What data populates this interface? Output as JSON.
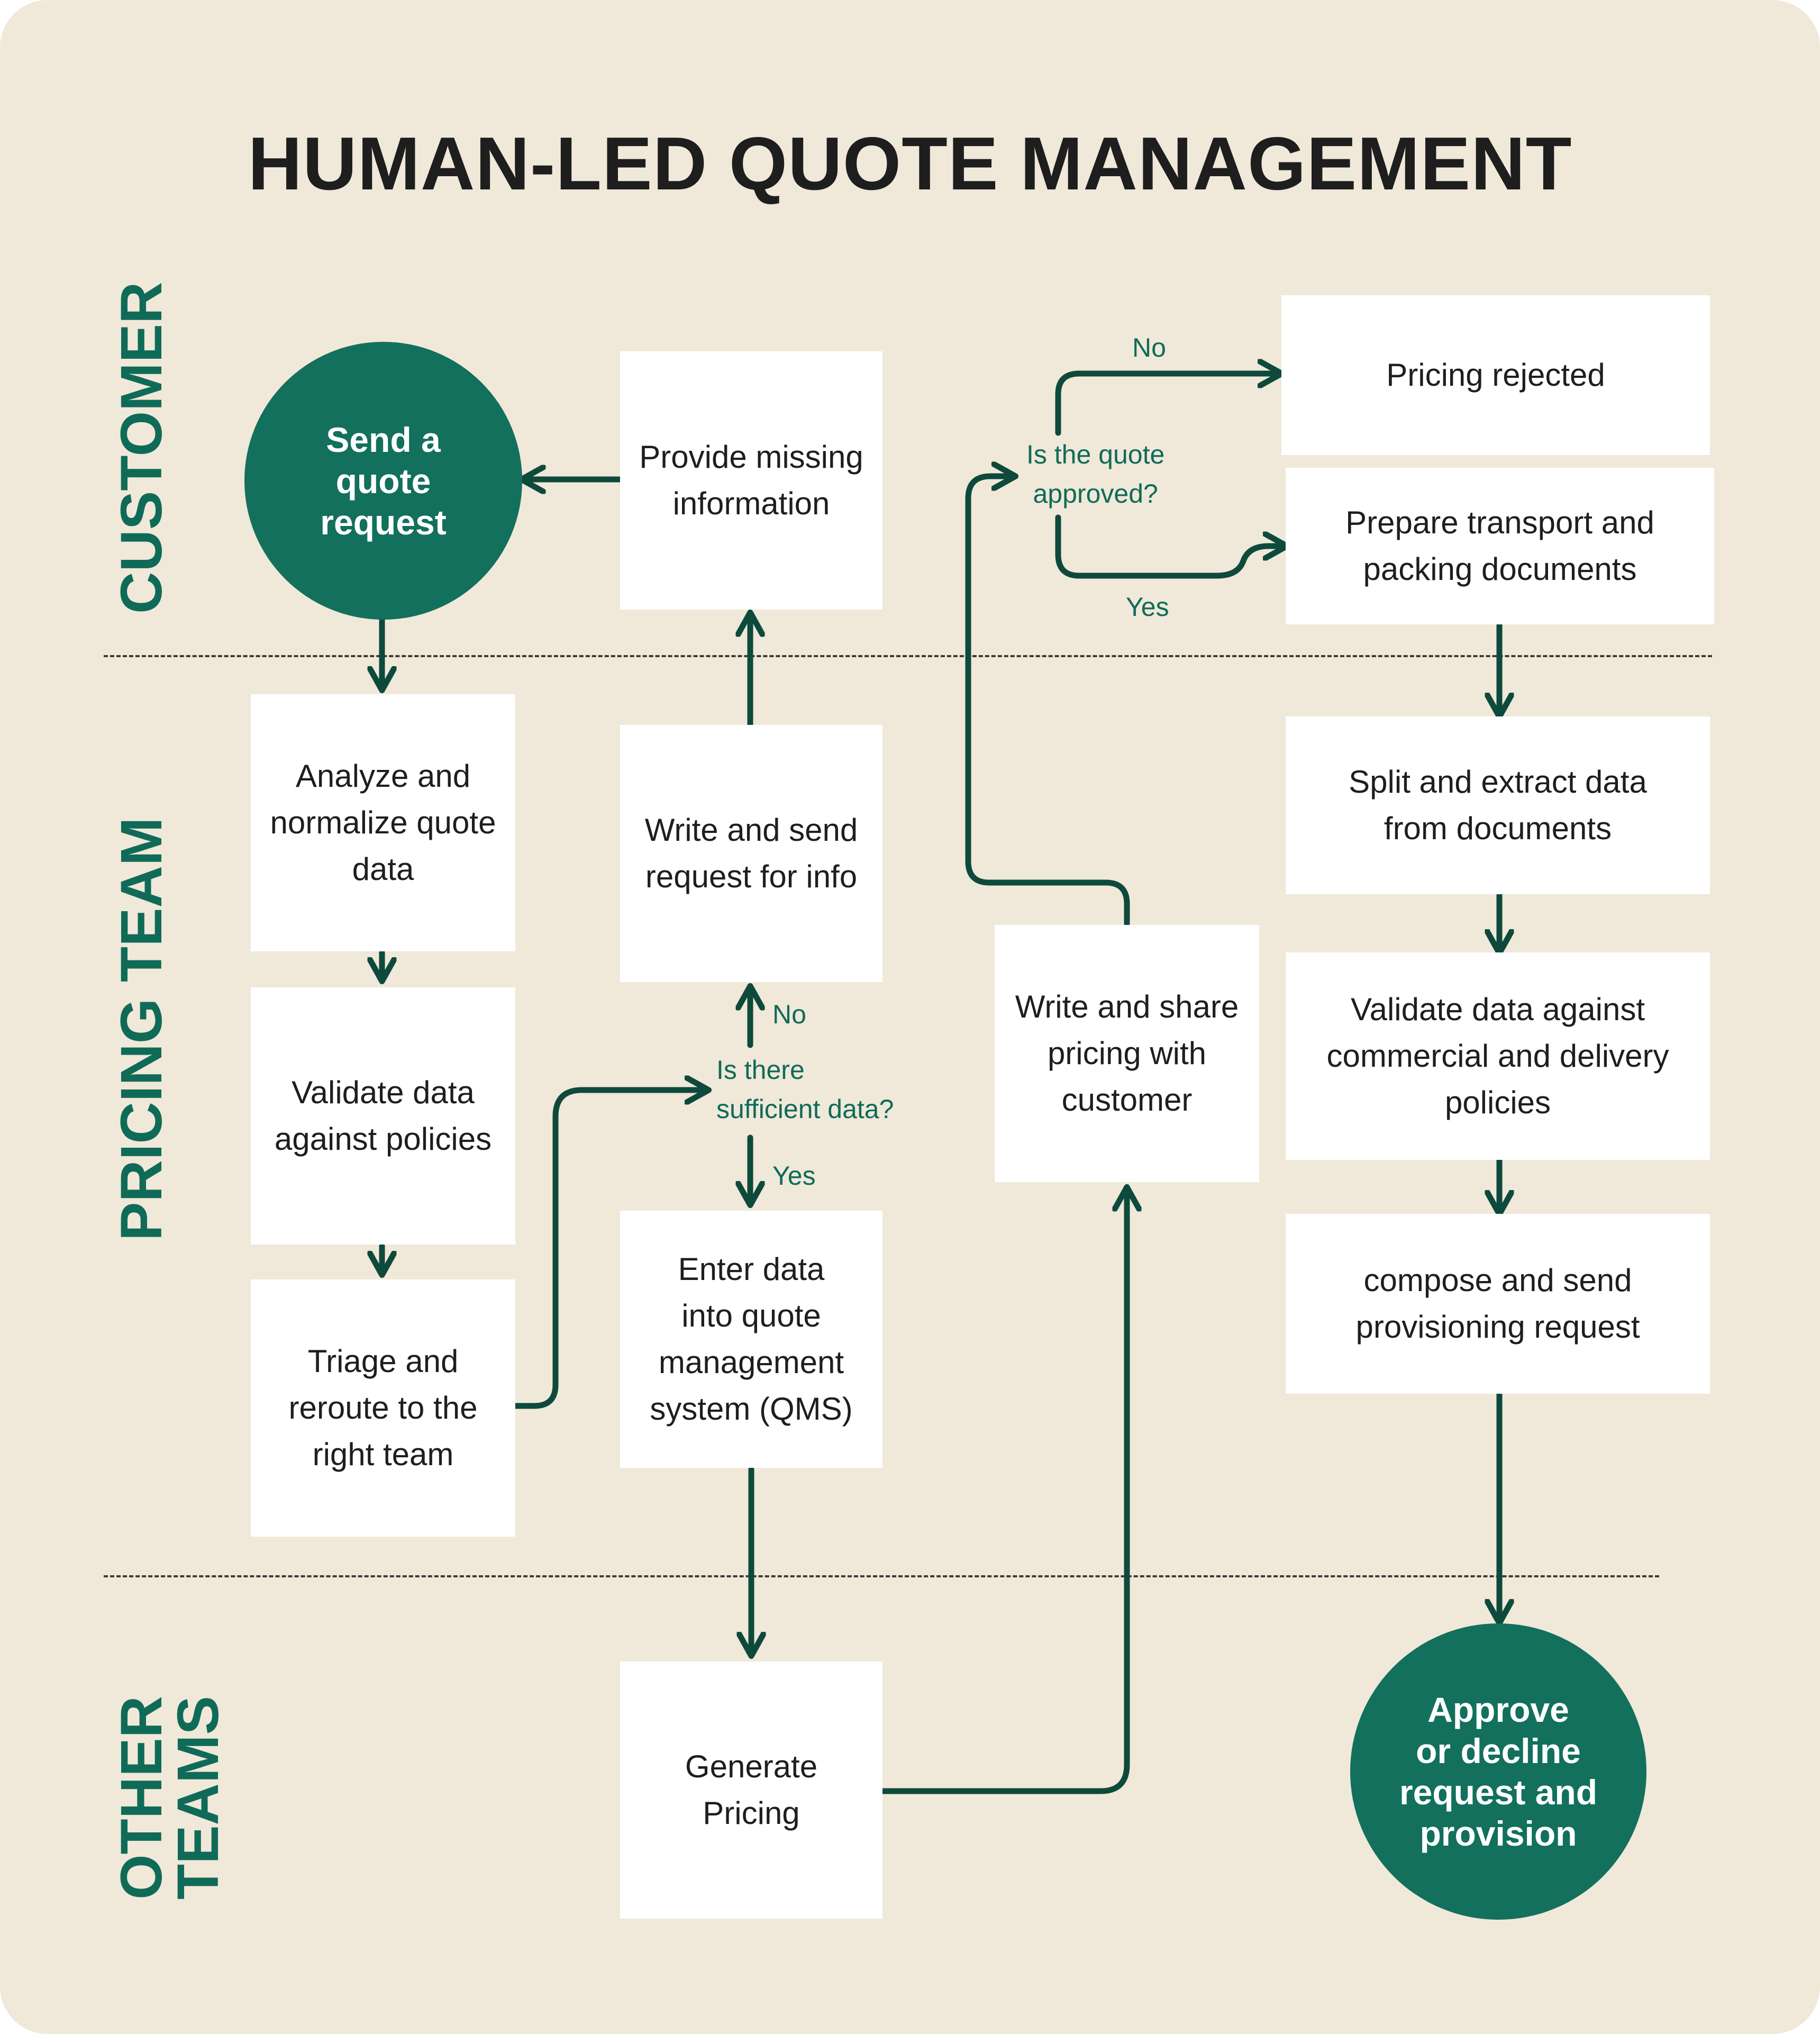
{
  "title": "HUMAN-LED QUOTE MANAGEMENT",
  "lanes": {
    "customer": "CUSTOMER",
    "pricing": "PRICING TEAM",
    "other_line1": "OTHER",
    "other_line2": "TEAMS"
  },
  "nodes": {
    "send_quote": "Send a\nquote\nrequest",
    "provide_missing": "Provide missing\ninformation",
    "analyze": "Analyze and\nnormalize quote\ndata",
    "write_request": "Write and send\nrequest for info",
    "validate_policies": "Validate data\nagainst policies",
    "triage": "Triage and\nreroute to the\nright team",
    "enter_data": "Enter data\ninto quote\nmanagement\nsystem (QMS)",
    "generate_pricing": "Generate\nPricing",
    "write_share": "Write and share\npricing with\ncustomer",
    "pricing_rejected": "Pricing rejected",
    "prepare_transport": "Prepare transport and\npacking documents",
    "split_extract": "Split and extract data\nfrom documents",
    "validate_commercial": "Validate data against\ncommercial and delivery\npolicies",
    "compose_send": "compose and send\nprovisioning request",
    "approve_decline": "Approve\nor decline\nrequest and\nprovision"
  },
  "decisions": {
    "sufficient_data": "Is there\nsufficient data?",
    "sufficient_no": "No",
    "sufficient_yes": "Yes",
    "quote_approved": "Is the quote\napproved?",
    "approved_no": "No",
    "approved_yes": "Yes"
  },
  "colors": {
    "background": "#f0e8d9",
    "accent": "#12705d",
    "arrow": "#0d4a3c",
    "box": "#ffffff",
    "text": "#1e1e1e"
  }
}
